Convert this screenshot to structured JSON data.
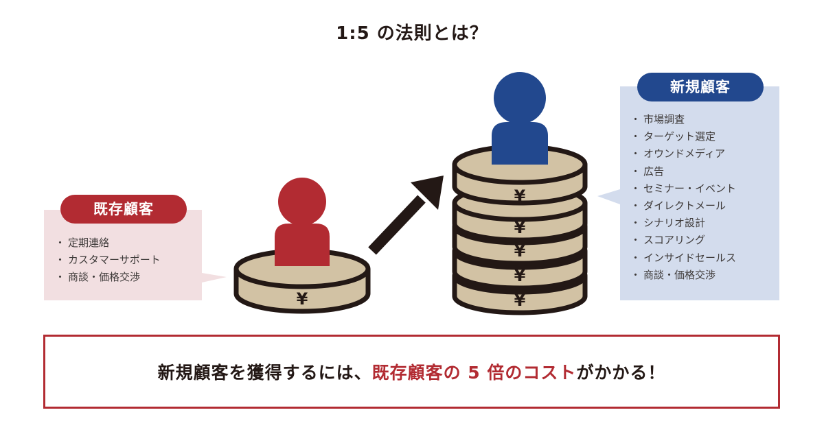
{
  "title": "1:5 の法則とは？",
  "existing": {
    "badge": "既存顧客",
    "items": [
      "定期連絡",
      "カスタマーサポート",
      "商談・価格交渉"
    ]
  },
  "new": {
    "badge": "新規顧客",
    "items": [
      "市場調査",
      "ターゲット選定",
      "オウンドメディア",
      "広告",
      "セミナー・イベント",
      "ダイレクトメール",
      "シナリオ設計",
      "スコアリング",
      "インサイドセールス",
      "商談・価格交渉"
    ]
  },
  "bullet": "・",
  "coin_symbol": "¥",
  "message": {
    "before": "新規顧客を獲得するには、",
    "highlight": "既存顧客の 5 倍のコスト",
    "after": "がかかる！"
  },
  "colors": {
    "red": "#b22b32",
    "navy": "#22488e",
    "coin": "#d2c2a4",
    "outline": "#231815",
    "pink_panel": "#f2dfe1",
    "blue_panel": "#d3dced"
  },
  "icons": [
    "person-red-icon",
    "person-navy-icon",
    "coin-stack-icon",
    "up-arrow-icon"
  ]
}
